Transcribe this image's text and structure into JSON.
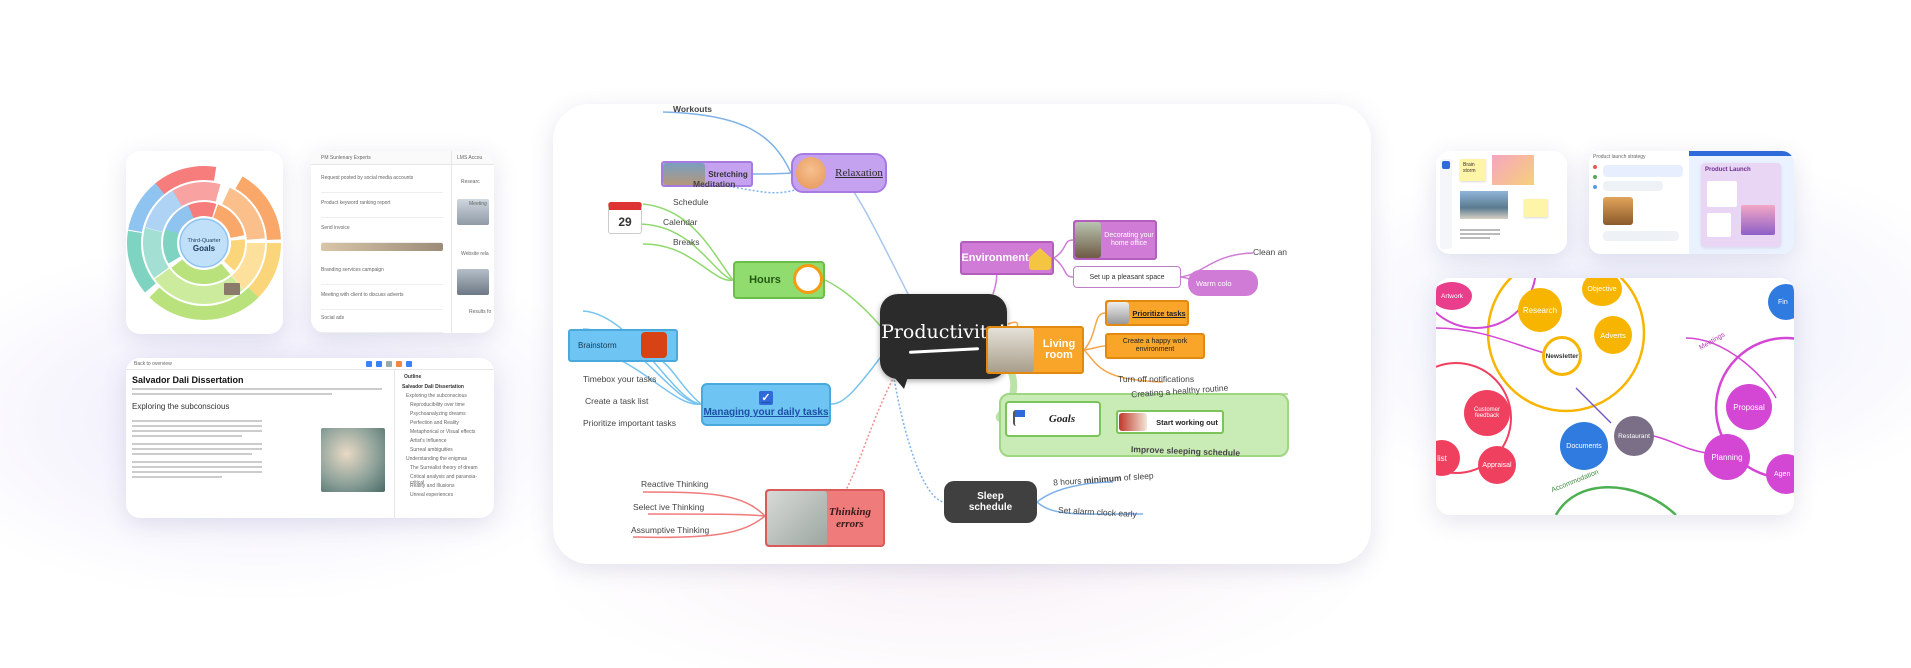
{
  "main_map": {
    "center": "Productivity!",
    "nodes": {
      "relaxation": "Relaxation",
      "stretching": "Stretching",
      "workouts": "Workouts",
      "meditation": "Meditation",
      "hours": "Hours",
      "schedule": "Schedule",
      "calendar": "Calendar",
      "breaks": "Breaks",
      "brainstorm": "Brainstorm",
      "daily_tasks": "Managing your daily tasks",
      "timebox": "Timebox your tasks",
      "task_list": "Create a task list",
      "prioritize_important": "Prioritize important tasks",
      "thinking_errors_1": "Thinking",
      "thinking_errors_2": "errors",
      "reactive": "Reactive Thinking",
      "selective": "Select ive Thinking",
      "assumptive": "Assumptive Thinking",
      "environment": "Environment",
      "decorating": "Decorating your home office",
      "pleasant_space": "Set up a pleasant space",
      "clean": "Clean an",
      "warm": "Warm colo",
      "living_room_1": "Living",
      "living_room_2": "room",
      "prioritize_tasks": "Prioritize tasks",
      "happy_work": "Create a happy work environment",
      "turn_off": "Turn off notifications",
      "goals": "Goals",
      "healthy_routine": "Creating a healthy routine",
      "working_out": "Start working out",
      "improve_sleep": "Improve sleeping schedule",
      "sleep_1": "Sleep",
      "sleep_2": "schedule",
      "hours_sleep_a": "8 hours",
      "hours_sleep_b": "minimum",
      "hours_sleep_c": "of sleep",
      "alarm": "Set alarm clock early",
      "calendar_day": "29"
    }
  },
  "sunburst": {
    "title_1": "Third-Quarter",
    "title_2": "Goals",
    "colors": [
      "#f77c7c",
      "#f9a86a",
      "#fbd57a",
      "#b9e27c",
      "#7fd3c1",
      "#8fc3f0",
      "#c8a4ef"
    ]
  },
  "tasks": {
    "header_left": "PM Sunlenary Experts",
    "header_right": "LMS Accou",
    "rows": [
      "Request posted by social media accounts",
      "Product keyword ranking report",
      "Send invoice",
      "Branding services campaign",
      "Meeting with client to discuss adverts",
      "Social ads"
    ],
    "side_rows": [
      "Researc",
      "Meeting",
      "Website rela",
      "Results fo"
    ]
  },
  "document": {
    "title": "Salvador Dali Dissertation",
    "subtitle": "Exploring the subconscious",
    "toolbar_back": "Back to overview",
    "outline_title": "Outline",
    "outline_items": [
      "Salvador Dali Dissertation",
      "Exploring the subconscious",
      "Reproducibility over time",
      "Psychoanalyzing dreams",
      "Perfection and Reality",
      "Metaphorical or Visual effects",
      "Artist's Influence",
      "Surreal ambiguities",
      "Understanding the enigmas",
      "The Surrealist theory of dream",
      "Critical analysis and paranoia-critical",
      "Reality and Illusions",
      "Unreal experiences"
    ]
  },
  "whiteboard": {
    "note": "Brain storm"
  },
  "chat": {
    "title": "Product Launch",
    "header_left": "Product launch strategy"
  },
  "bubbles": {
    "research": "Research",
    "objective": "Objective",
    "adverts": "Adverts",
    "newsletter": "Newsletter",
    "artwork": "Artwork",
    "customer_feedback": "Customer feedback",
    "list": "list",
    "appraisal": "Appraisal",
    "documents": "Documents",
    "restaurant": "Restaurant",
    "proposal": "Proposal",
    "planning": "Planning",
    "agency": "Agen",
    "fin": "Fin",
    "meetings": "Meetings",
    "accommodation": "Accommodation"
  }
}
